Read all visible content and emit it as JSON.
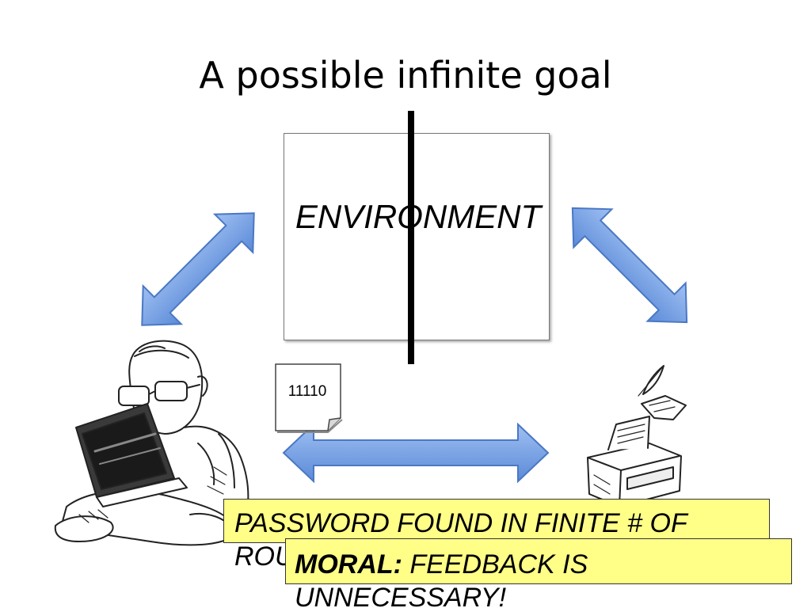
{
  "slide": {
    "title": "A possible infinite goal",
    "environment_label": "ENVIRONMENT",
    "document_label": "11110",
    "callout_1": "PASSWORD FOUND IN FINITE # OF ROUNDS",
    "callout_2_bold": "MORAL:",
    "callout_2_text": " FEEDBACK IS UNNECESSARY!"
  },
  "colors": {
    "arrow_fill": "#6f9be0",
    "arrow_stroke": "#4a78c4",
    "callout_fill": "#ffff88",
    "divider": "#000000"
  },
  "icons": [
    "person-with-laptop-sketch",
    "printer-sketch",
    "document-icon"
  ]
}
